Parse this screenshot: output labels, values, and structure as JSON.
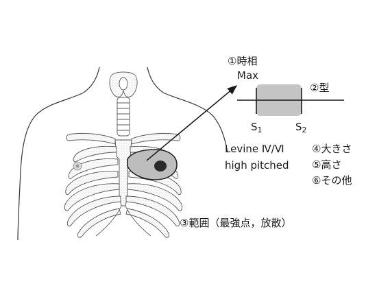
{
  "labels": {
    "timing": "①時相",
    "max": "Max",
    "shape": "②型",
    "s1_base": "S",
    "s1_sub": "1",
    "s2_base": "S",
    "s2_sub": "2",
    "grade": "Levine Ⅳ/Ⅵ",
    "pitch_desc": "high pitched",
    "loudness": "④大きさ",
    "pitch": "⑤高さ",
    "other": "⑥その他",
    "location": "③範囲（最強点，放散）"
  },
  "colors": {
    "ink": "#1a1a1a",
    "shade": "#c4c4c4",
    "murmur": "#bdbdbd",
    "apex_spot": "#2a2a2a",
    "stipple": "#d2d2d2"
  }
}
